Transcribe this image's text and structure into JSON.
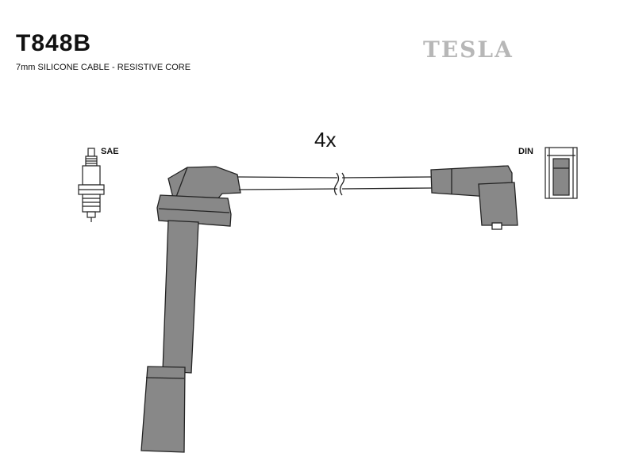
{
  "part_number": "T848B",
  "description": "7mm SILICONE CABLE - RESISTIVE CORE",
  "brand": "TESLA",
  "quantity": "4x",
  "left_plug_label": "SAE",
  "right_plug_label": "DIN",
  "colors": {
    "component_fill": "#888888",
    "outline": "#222222",
    "brand_text": "#b7b7b7"
  },
  "icons": [
    "spark-plug-icon",
    "din-terminal-icon"
  ]
}
